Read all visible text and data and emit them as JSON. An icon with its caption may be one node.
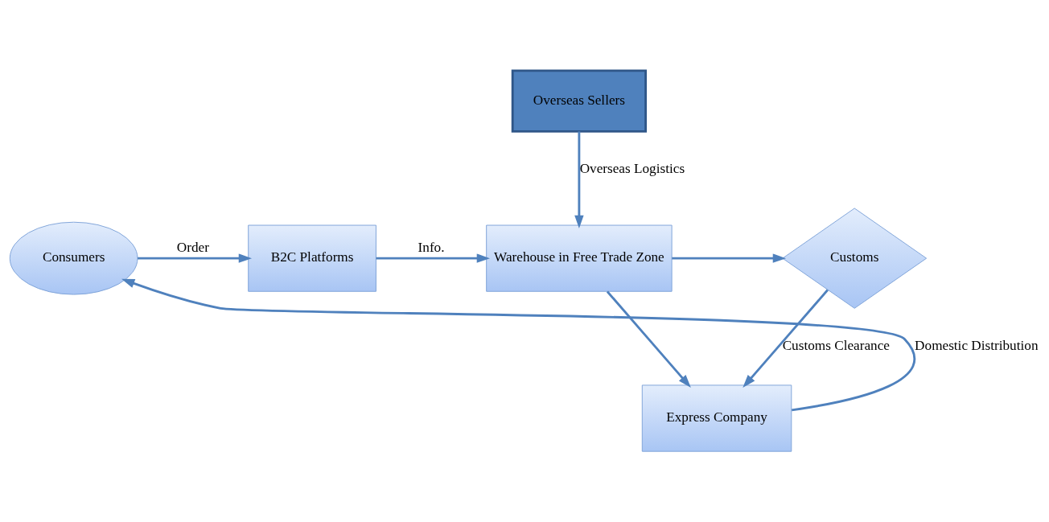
{
  "diagram": {
    "nodes": [
      {
        "text": [
          "Overseas Sellers"
        ]
      },
      {
        "text": [
          "Consumers"
        ]
      },
      {
        "text": [
          "B2C Platforms"
        ]
      },
      {
        "text": [
          "Warehouse in Free Trade Zone"
        ]
      },
      {
        "text": [
          "Customs"
        ]
      },
      {
        "text": [
          "Express Company"
        ]
      }
    ],
    "edges": [
      {
        "from": 1,
        "to": 2,
        "arrow": "to",
        "label": "Order"
      },
      {
        "from": 2,
        "to": 3,
        "arrow": "to",
        "label": "Info."
      },
      {
        "from": 0,
        "to": 3,
        "arrow": "to",
        "label": "Overseas Logistics"
      },
      {
        "from": 3,
        "to": 4,
        "arrow": "to"
      },
      {
        "from": 4,
        "to": 5,
        "arrow": "to",
        "label": "Customs Clearance"
      },
      {
        "from": 3,
        "to": 5,
        "arrow": "to"
      },
      {
        "from": 5,
        "to": 1,
        "arrow": "to",
        "label": "Domestic Distribution"
      }
    ]
  }
}
